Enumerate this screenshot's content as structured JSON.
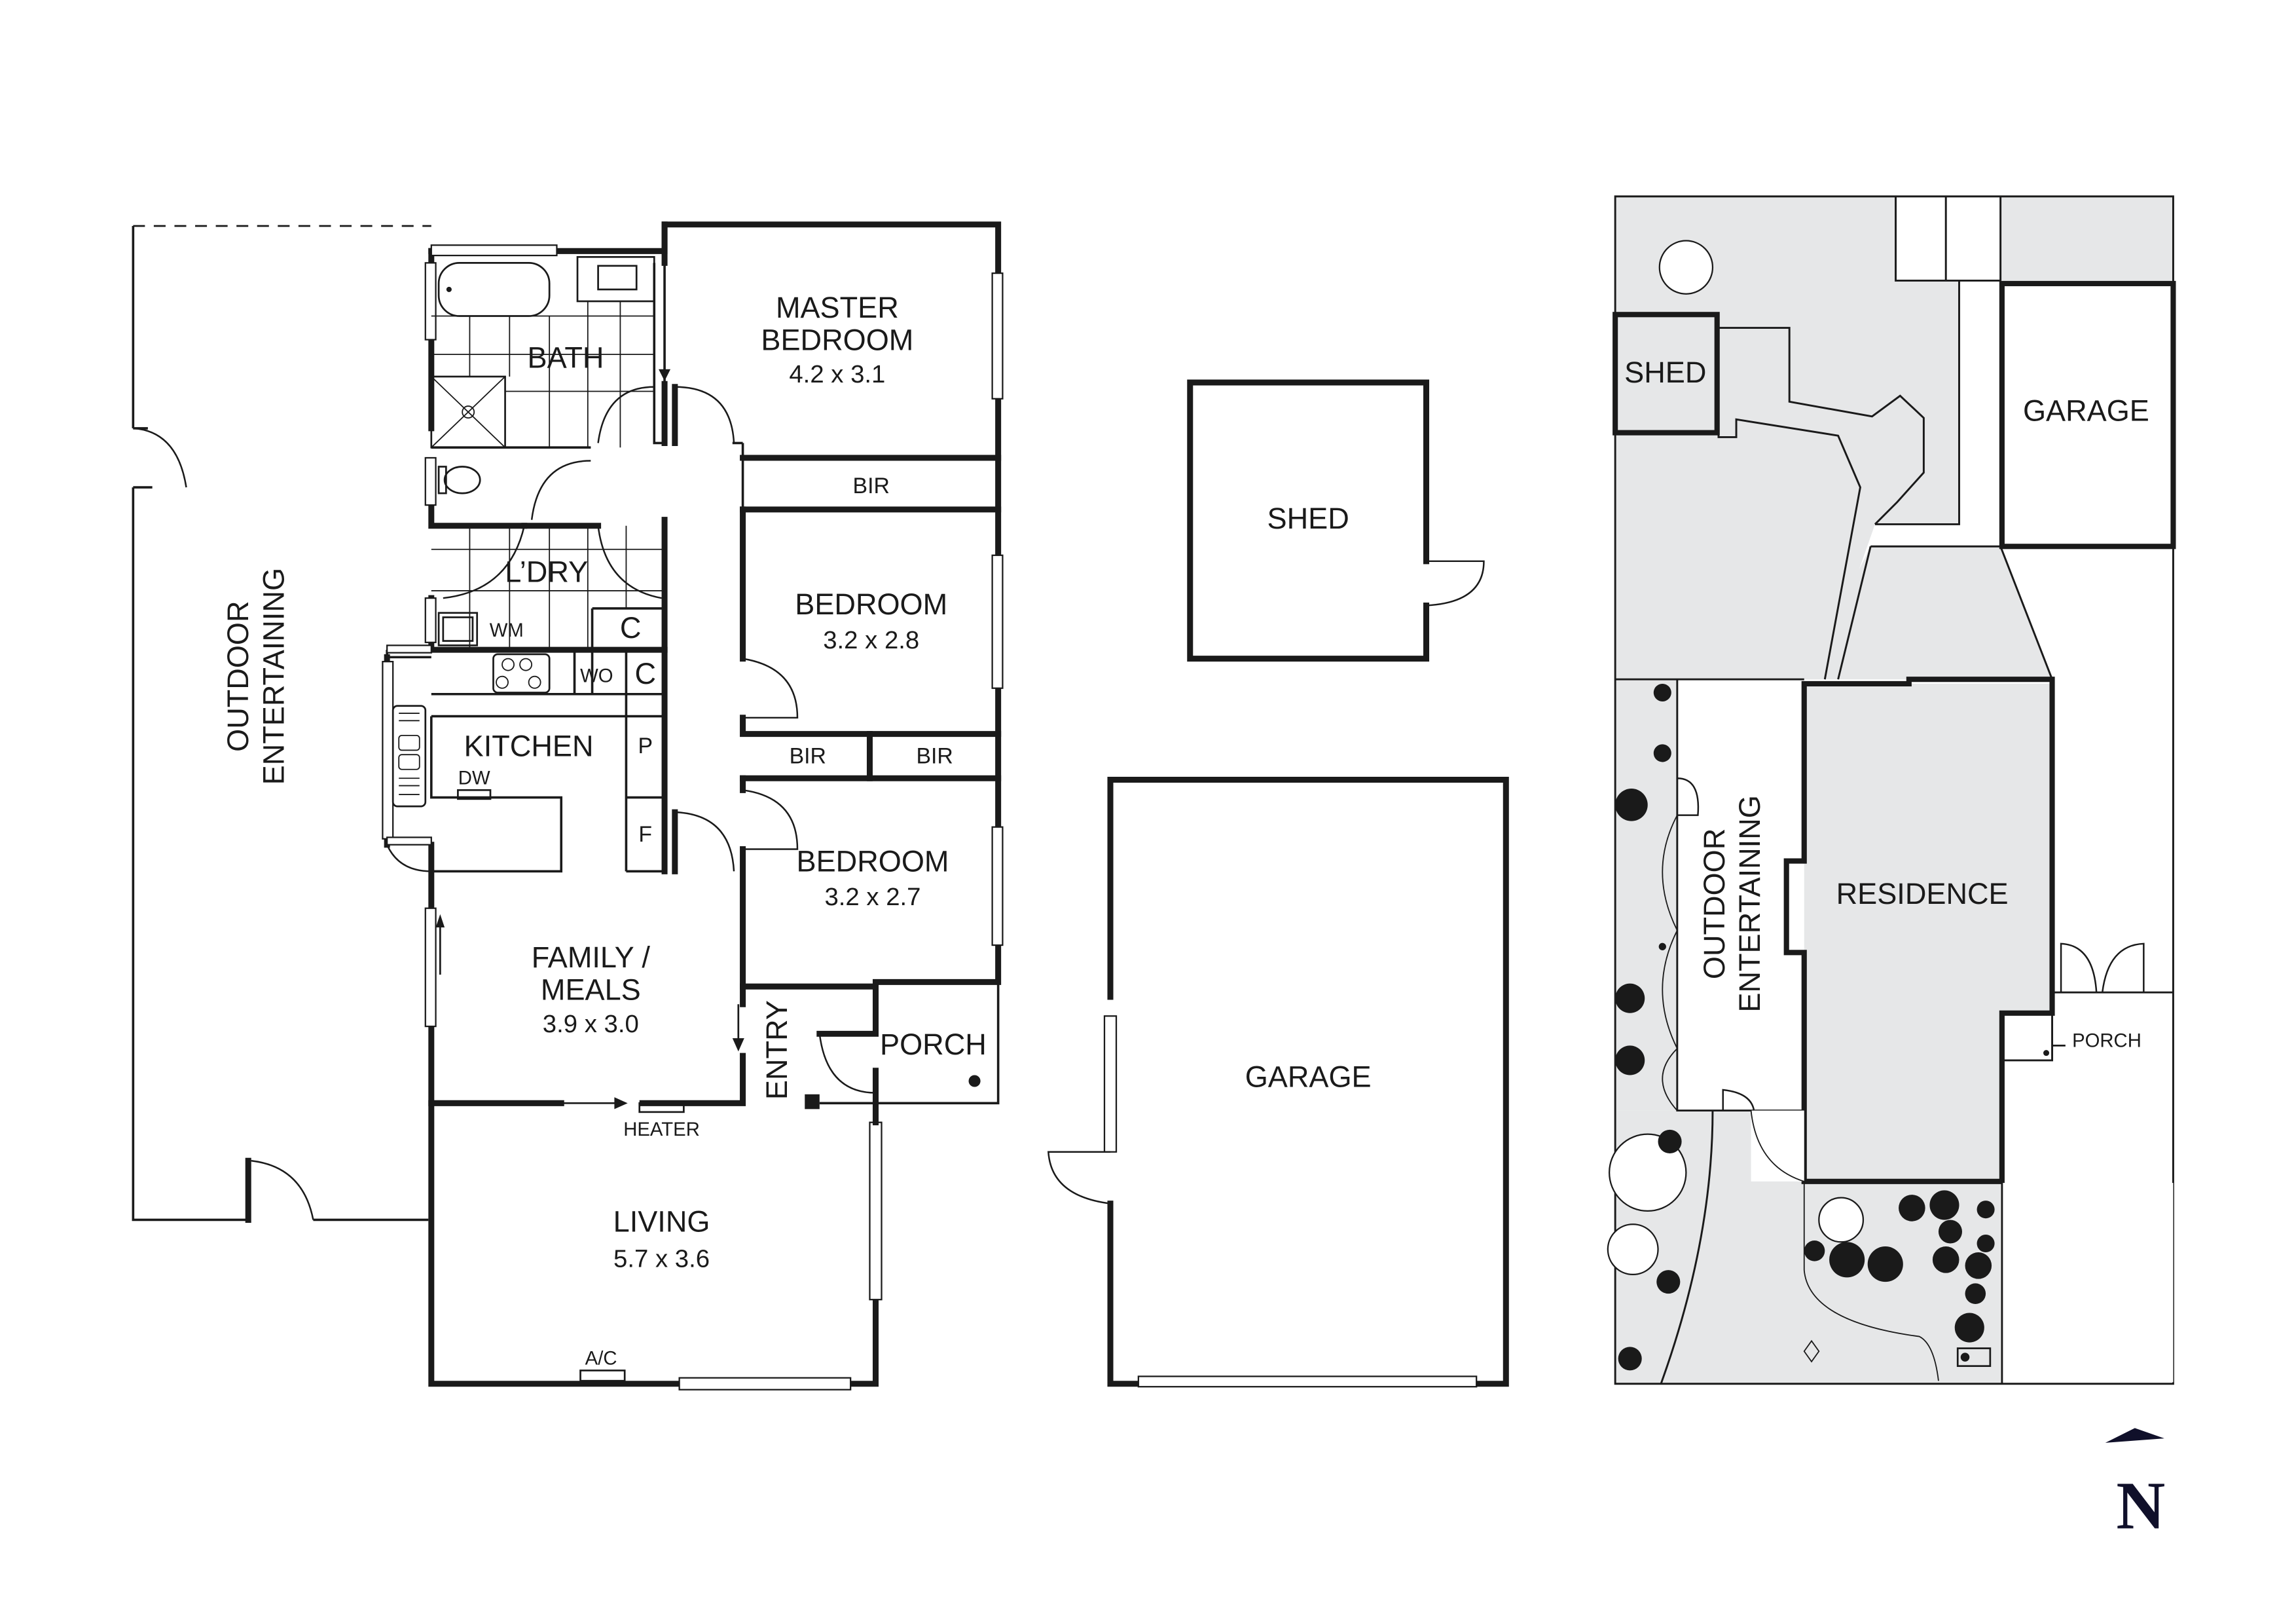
{
  "floor_plan": {
    "outdoor_entertaining": {
      "line1": "OUTDOOR",
      "line2": "ENTERTAINING"
    },
    "bath": {
      "name": "BATH"
    },
    "master_bedroom": {
      "line1": "MASTER",
      "line2": "BEDROOM",
      "dims": "4.2 x 3.1"
    },
    "bir_master": "BIR",
    "laundry": {
      "name": "L’DRY",
      "wm": "WM",
      "cupboard": "C"
    },
    "bedroom2": {
      "name": "BEDROOM",
      "dims": "3.2 x 2.8"
    },
    "kitchen": {
      "name": "KITCHEN",
      "dw": "DW",
      "wo": "WO",
      "cupboard": "C",
      "pantry": "P",
      "fridge": "F"
    },
    "bir_left": "BIR",
    "bir_right": "BIR",
    "bedroom3": {
      "name": "BEDROOM",
      "dims": "3.2 x 2.7"
    },
    "family": {
      "line1": "FAMILY /",
      "line2": "MEALS",
      "dims": "3.9 x 3.0"
    },
    "entry": "ENTRY",
    "porch": "PORCH",
    "heater": "HEATER",
    "living": {
      "name": "LIVING",
      "dims": "5.7 x 3.6"
    },
    "ac": "A/C"
  },
  "outbuildings": {
    "shed": "SHED",
    "garage": "GARAGE"
  },
  "site_plan": {
    "shed": "SHED",
    "garage": "GARAGE",
    "outdoor_entertaining": {
      "line1": "OUTDOOR",
      "line2": "ENTERTAINING"
    },
    "residence": "RESIDENCE",
    "porch": "PORCH"
  },
  "north_arrow": {
    "label": "N"
  },
  "colors": {
    "line": "#1a1a1a",
    "site_fill": "#e6e7e8",
    "north": "#10102a"
  }
}
